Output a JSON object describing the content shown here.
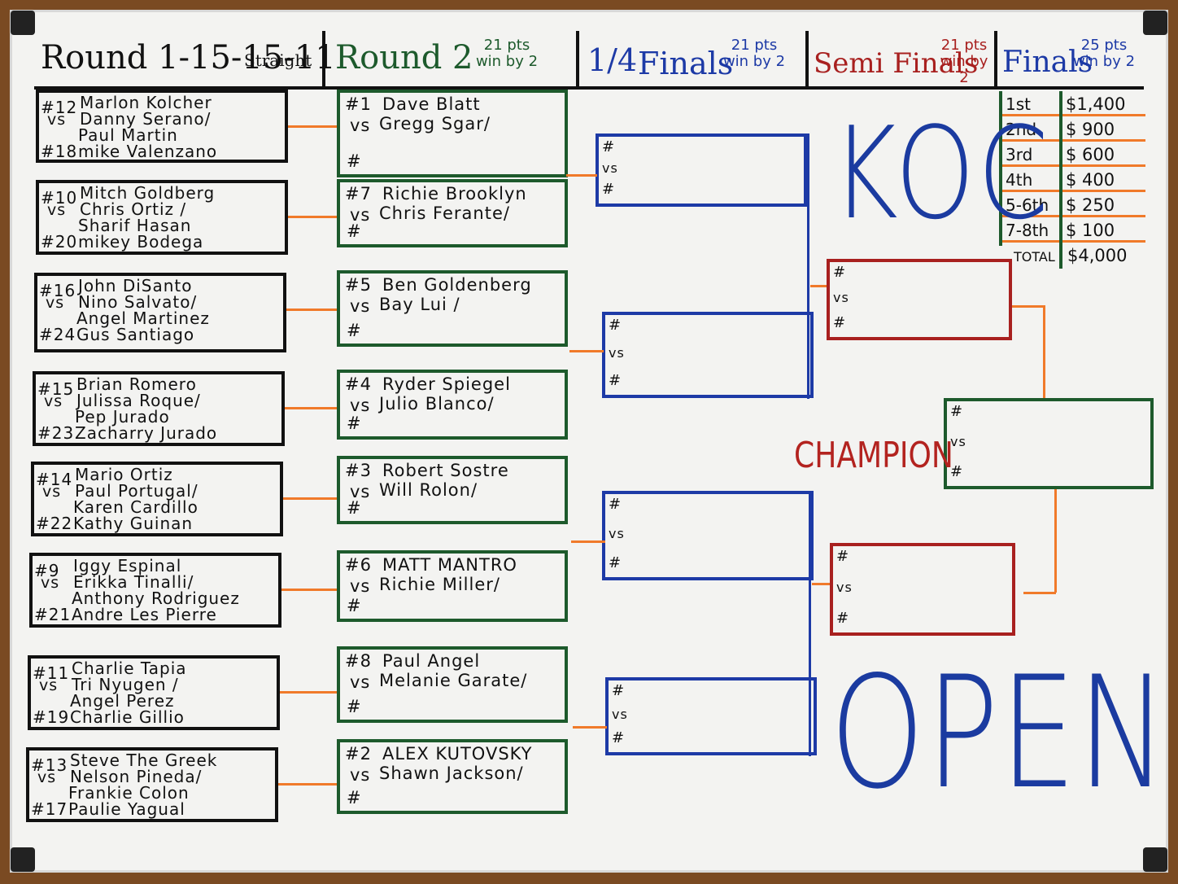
{
  "header": {
    "round1": "Round 1-15-15-11",
    "round1_note": "Straight",
    "round2": "Round 2",
    "round2_pts": "21 pts win by 2",
    "quarter_fraction": "1/4",
    "quarter_label": "Finals",
    "quarter_pts": "21 pts win by 2",
    "semi": "Semi Finals",
    "semi_pts": "21 pts win by 2",
    "finals": "Finals",
    "finals_pts": "25 pts win by 2"
  },
  "title_top": "KOC",
  "title_bottom": "OPEN",
  "champion": "CHAMPION",
  "slot": {
    "hash": "#",
    "vs": "vs"
  },
  "round1_matches": [
    {
      "seed_a": "#12",
      "a1": "Marlon Kolcher",
      "vs": "vs",
      "a2": "Danny Serano/",
      "b1": "Paul Martin",
      "seed_b": "#18",
      "b2": "mike Valenzano"
    },
    {
      "seed_a": "#10",
      "a1": "Mitch Goldberg",
      "vs": "vs",
      "a2": "Chris Ortiz /",
      "b1": "Sharif Hasan",
      "seed_b": "#20",
      "b2": "mikey Bodega"
    },
    {
      "seed_a": "#16",
      "a1": "John DiSanto",
      "vs": "vs",
      "a2": "Nino Salvato/",
      "b1": "Angel Martinez",
      "seed_b": "#24",
      "b2": "Gus Santiago"
    },
    {
      "seed_a": "#15",
      "a1": "Brian Romero",
      "vs": "vs",
      "a2": "Julissa Roque/",
      "b1": "Pep Jurado",
      "seed_b": "#23",
      "b2": "Zacharry Jurado"
    },
    {
      "seed_a": "#14",
      "a1": "Mario Ortiz",
      "vs": "vs",
      "a2": "Paul Portugal/",
      "b1": "Karen Cardillo",
      "seed_b": "#22",
      "b2": "Kathy Guinan"
    },
    {
      "seed_a": "#9",
      "a1": "Iggy Espinal",
      "vs": "vs",
      "a2": "Erikka Tinalli/",
      "b1": "Anthony Rodriguez",
      "seed_b": "#21",
      "b2": "Andre Les Pierre"
    },
    {
      "seed_a": "#11",
      "a1": "Charlie Tapia",
      "vs": "vs",
      "a2": "Tri Nyugen /",
      "b1": "Angel Perez",
      "seed_b": "#19",
      "b2": "Charlie Gillio"
    },
    {
      "seed_a": "#13",
      "a1": "Steve The Greek",
      "vs": "vs",
      "a2": "Nelson Pineda/",
      "b1": "Frankie Colon",
      "seed_b": "#17",
      "b2": "Paulie Yagual"
    }
  ],
  "round2_matches": [
    {
      "seed": "#1",
      "name": "Dave Blatt",
      "vs": "vs",
      "opp": "Gregg Sgar/",
      "slot": "#"
    },
    {
      "seed": "#7",
      "name": "Richie Brooklyn",
      "vs": "vs",
      "opp": "Chris Ferante/",
      "slot": "#"
    },
    {
      "seed": "#5",
      "name": "Ben Goldenberg",
      "vs": "vs",
      "opp": "Bay Lui /",
      "slot": "#"
    },
    {
      "seed": "#4",
      "name": "Ryder Spiegel",
      "vs": "vs",
      "opp": "Julio Blanco/",
      "slot": "#"
    },
    {
      "seed": "#3",
      "name": "Robert Sostre",
      "vs": "vs",
      "opp": "Will Rolon/",
      "slot": "#"
    },
    {
      "seed": "#6",
      "name": "MATT MANTRO",
      "vs": "vs",
      "opp": "Richie Miller/",
      "slot": "#"
    },
    {
      "seed": "#8",
      "name": "Paul Angel",
      "vs": "vs",
      "opp": "Melanie Garate/",
      "slot": "#"
    },
    {
      "seed": "#2",
      "name": "ALEX KUTOVSKY",
      "vs": "vs",
      "opp": "Shawn Jackson/",
      "slot": "#"
    }
  ],
  "prizes": [
    {
      "place": "1st",
      "amount": "$1,400"
    },
    {
      "place": "2nd",
      "amount": "$ 900"
    },
    {
      "place": "3rd",
      "amount": "$ 600"
    },
    {
      "place": "4th",
      "amount": "$ 400"
    },
    {
      "place": "5-6th",
      "amount": "$ 250"
    },
    {
      "place": "7-8th",
      "amount": "$ 100"
    },
    {
      "place": "TOTAL",
      "amount": "$4,000"
    }
  ],
  "colors": {
    "black": "#111111",
    "green": "#1d5a2c",
    "blue": "#1d3aa6",
    "red": "#a8201f",
    "orange": "#f07a2a",
    "title_blue": "#1b3ba0",
    "champion_red": "#b3231f"
  }
}
